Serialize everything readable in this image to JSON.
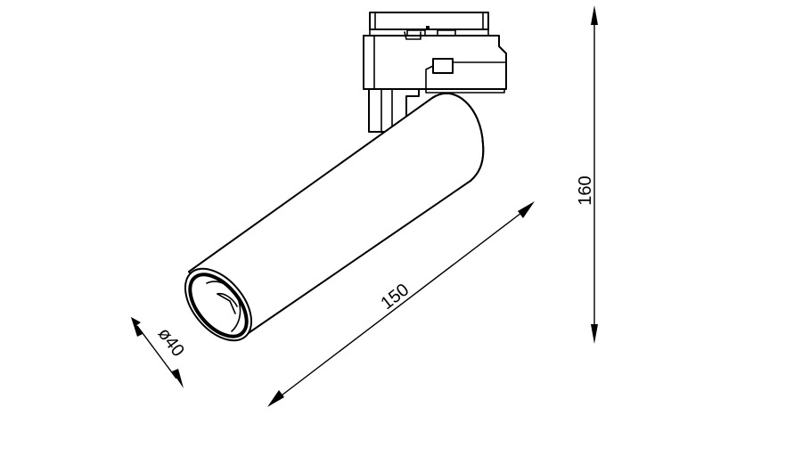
{
  "dimensions": {
    "length": "150",
    "height": "160",
    "diameter": "ø40"
  }
}
